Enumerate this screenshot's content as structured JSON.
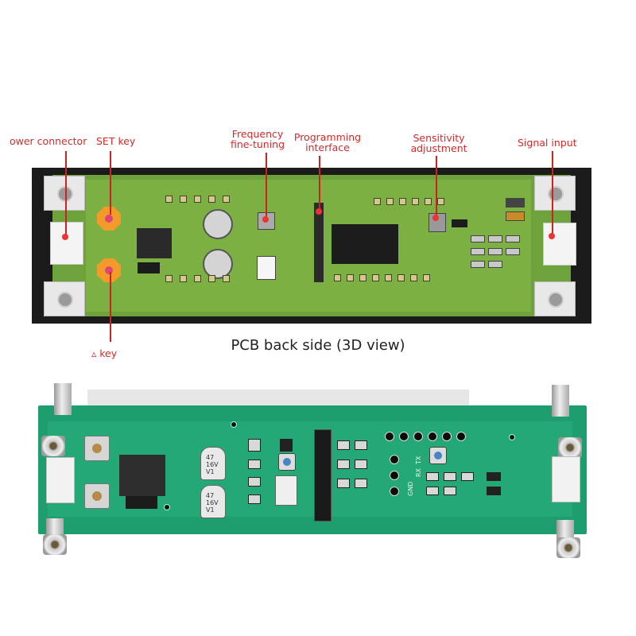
{
  "labels": {
    "power_connector": "ower connector",
    "set_key": "SET key",
    "freq_tuning_line1": "Frequency",
    "freq_tuning_line2": "fine-tuning",
    "prog_iface_line1": "Programming",
    "prog_iface_line2": "interface",
    "sensitivity_line1": "Sensitivity",
    "sensitivity_line2": "adjustment",
    "signal_input": "Signal input",
    "up_key": "▵ key"
  },
  "caption": "PCB back side (3D view)",
  "silkscreen": {
    "cap_text": "47\n16V\nV1",
    "gnd": "GND",
    "rx": "RX",
    "tx": "TX"
  },
  "colors": {
    "label_red": "#d42a2a",
    "pcb_green": "#7cb043",
    "photo_pcb_green": "#1e9e6e",
    "key_orange": "#f29a2a"
  }
}
